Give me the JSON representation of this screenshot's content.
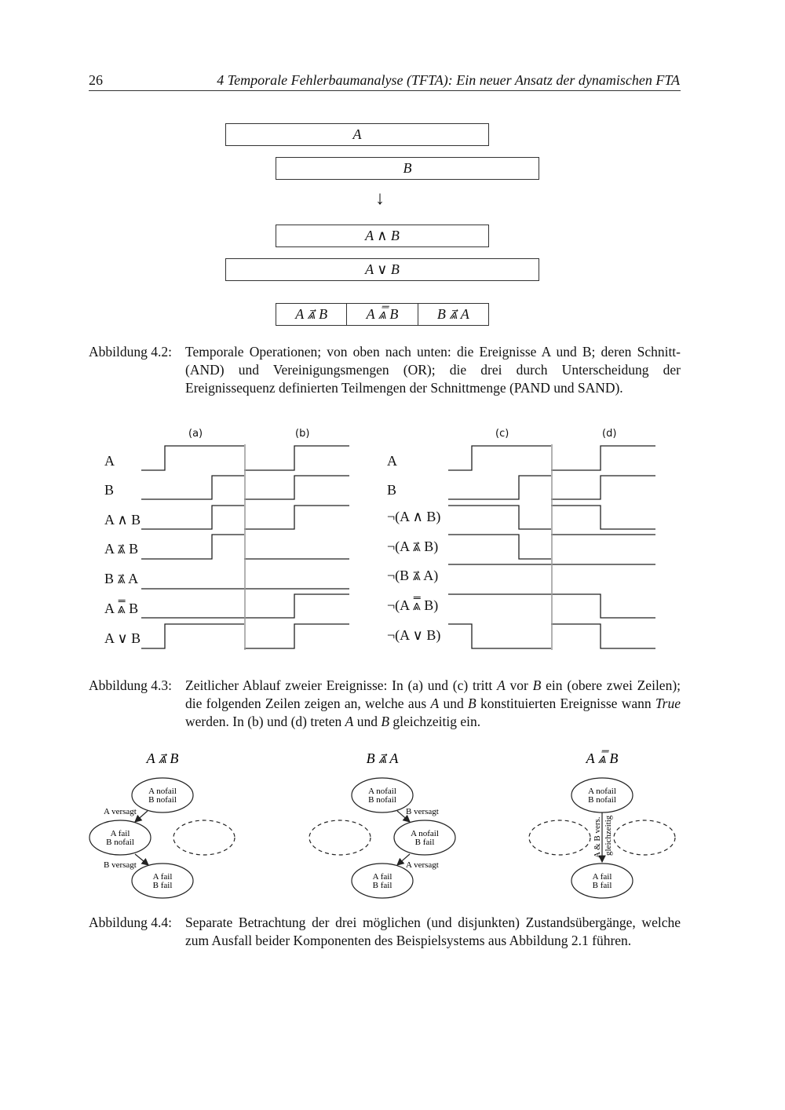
{
  "header": {
    "page_number": "26",
    "chapter_title": "4 Temporale Fehlerbaumanalyse (TFTA): Ein neuer Ansatz der dynamischen FTA"
  },
  "figure_4_2": {
    "box_a": "A",
    "box_b": "B",
    "arrow": "↓",
    "box_and": "A ∧ B",
    "box_or": "A ∨ B",
    "segments": [
      "A ⩓⃗ B",
      "A ⩓̿ B",
      "B ⩓⃗ A"
    ],
    "caption_label": "Abbildung 4.2:",
    "caption_text": "Temporale Operationen; von oben nach unten: die Ereignisse A und B; deren Schnitt- (AND) und Vereinigungsmengen (OR); die drei durch Unterscheidung der Ereignissequenz definierten Teilmengen der Schnittmenge (PAND und SAND)."
  },
  "figure_4_3": {
    "columns": [
      "(a)",
      "(b)",
      "(c)",
      "(d)"
    ],
    "left_labels": [
      "A",
      "B",
      "A ∧ B",
      "A ⩓⃗ B",
      "B ⩓⃗ A",
      "A ⩓̿ B",
      "A ∨ B"
    ],
    "right_labels": [
      "A",
      "B",
      "¬(A ∧ B)",
      "¬(A ⩓⃗ B)",
      "¬(B ⩓⃗ A)",
      "¬(A ⩓̿ B)",
      "¬(A ∨ B)"
    ],
    "caption_label": "Abbildung 4.3:",
    "caption_text_1": "Zeitlicher Ablauf zweier Ereignisse: In (a) und (c) tritt ",
    "caption_text_2": "A",
    "caption_text_3": " vor ",
    "caption_text_4": "B",
    "caption_text_5": " ein (obere zwei Zeilen); die folgenden Zeilen zeigen an, welche aus ",
    "caption_text_6": "A",
    "caption_text_7": " und ",
    "caption_text_8": "B",
    "caption_text_9": " konstituierten Ereignisse wann ",
    "caption_text_10": "True",
    "caption_text_11": " werden. In (b) und (d) treten ",
    "caption_text_12": "A",
    "caption_text_13": " und ",
    "caption_text_14": "B",
    "caption_text_15": " gleichzeitig ein."
  },
  "figure_4_4": {
    "titles": [
      "A ⩓⃗ B",
      "B ⩓⃗ A",
      "A ⩓̿ B"
    ],
    "state_start_1": "A nofail",
    "state_start_2": "B nofail",
    "state_afail_1": "A fail",
    "state_afail_2": "B nofail",
    "state_bfail_1": "A nofail",
    "state_bfail_2": "B fail",
    "state_end_1": "A fail",
    "state_end_2": "B fail",
    "edge_a_versagt": "A versagt",
    "edge_b_versagt": "B versagt",
    "edge_simul_1": "A & B vers.",
    "edge_simul_2": "gleichzeitig",
    "caption_label": "Abbildung 4.4:",
    "caption_text": "Separate Betrachtung der drei möglichen (und disjunkten) Zustandsübergänge, welche zum Ausfall beider Komponenten des Beispielsystems aus Abbildung 2.1 führen."
  }
}
